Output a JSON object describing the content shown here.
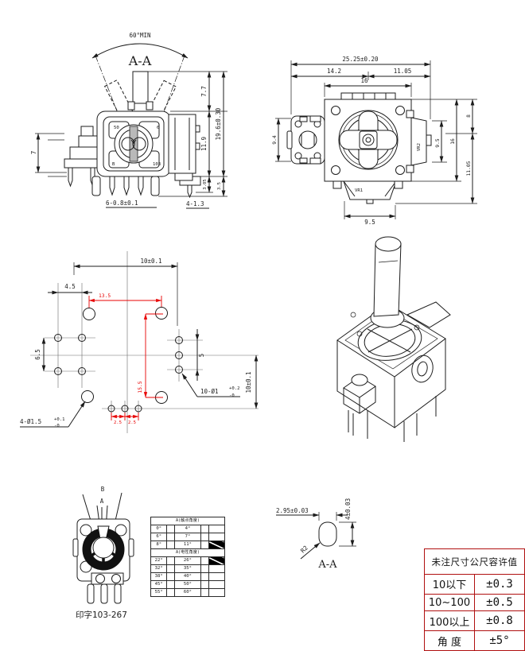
{
  "section_view": {
    "title": "A-A",
    "angle_note": "60°MIN",
    "dims": {
      "shaft_height": "7.7",
      "total_height": "19.6±0.30",
      "body_height": "11.9",
      "standoff": "3.05",
      "pin_shoulder": "3.5",
      "switch_height": "7",
      "pins_callout": "6-0.8±0.1",
      "legs_callout": "4-1.3"
    },
    "face_marks": {
      "tl": "50",
      "tr": "6",
      "bl": "B",
      "br": "103"
    }
  },
  "top_view": {
    "dims": {
      "total_width": "25.25±0.20",
      "left_width": "14.2",
      "right_width": "11.05",
      "body_width": "16",
      "switch_height": "9.4",
      "flap_height": "9.5",
      "body_height": "16",
      "upper_height": "8",
      "lower_height": "11.05",
      "bottom_width": "9.5"
    },
    "labels": {
      "vr1": "VR1",
      "vr2": "VR2"
    }
  },
  "pcb_view": {
    "dims": {
      "pitch_x": "10±0.1",
      "small_pitch": "4.5",
      "red_width": "13.5",
      "left_pitch": "6.5",
      "right_pitch": "5",
      "red_height": "15.5",
      "pitch_y": "10±0.1",
      "red_left": "2.5",
      "red_right": "2.5"
    },
    "large_holes": {
      "label": "4-Ø1.5",
      "tol_up": "+0.1",
      "tol_dn": "-0"
    },
    "small_holes": {
      "label": "10-Ø1",
      "tol_up": "+0.2",
      "tol_dn": "-0"
    }
  },
  "front_view": {
    "marker_a": "A",
    "marker_b": "B",
    "caption": "印字103-267"
  },
  "angle_table": {
    "header1": "A(触点角度)",
    "header2": "A(电性角度)",
    "rows1": [
      [
        "0°",
        "4°"
      ],
      [
        "6°",
        "7°"
      ],
      [
        "8°",
        "11°"
      ]
    ],
    "rows2": [
      [
        "22°",
        "26°"
      ],
      [
        "32°",
        "35°"
      ],
      [
        "38°",
        "40°"
      ],
      [
        "45°",
        "50°"
      ],
      [
        "55°",
        "60°"
      ]
    ]
  },
  "shaft_detail": {
    "title": "A-A",
    "width": "2.95±0.03",
    "height": "4±0.03",
    "radius": "R2"
  },
  "tolerance_table": {
    "title": "未注尺寸公尺容许值",
    "rows": [
      {
        "range": "10以下",
        "tol": "±0.3"
      },
      {
        "range": "10~100",
        "tol": "±0.5"
      },
      {
        "range": "100以上",
        "tol": "±0.8"
      },
      {
        "range": "角 度",
        "tol": "±5°"
      }
    ]
  },
  "colors": {
    "line": "#1c1c1c",
    "dim_red": "#e80000",
    "table_border": "#b01010"
  }
}
